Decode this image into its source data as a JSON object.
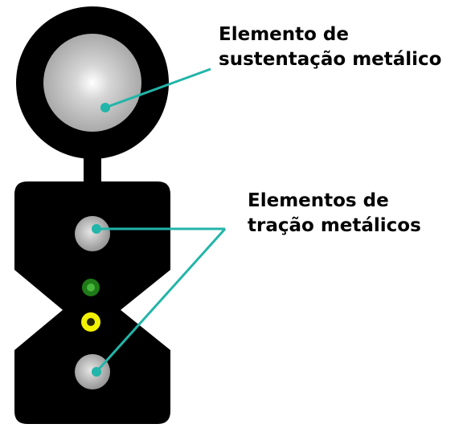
{
  "labels": {
    "support": {
      "line1": "Elemento de",
      "line2": "sustentação metálico"
    },
    "strength": {
      "line1": "Elementos de",
      "line2": "tração metálicos"
    }
  },
  "colors": {
    "jacket": "#000000",
    "leader": "#22b5a9",
    "metal_light": "#f2f2f2",
    "metal_dark": "#8a8a8a",
    "fiber_green": "#2a8a22",
    "fiber_yellow": "#f2f200",
    "text": "#000000"
  }
}
